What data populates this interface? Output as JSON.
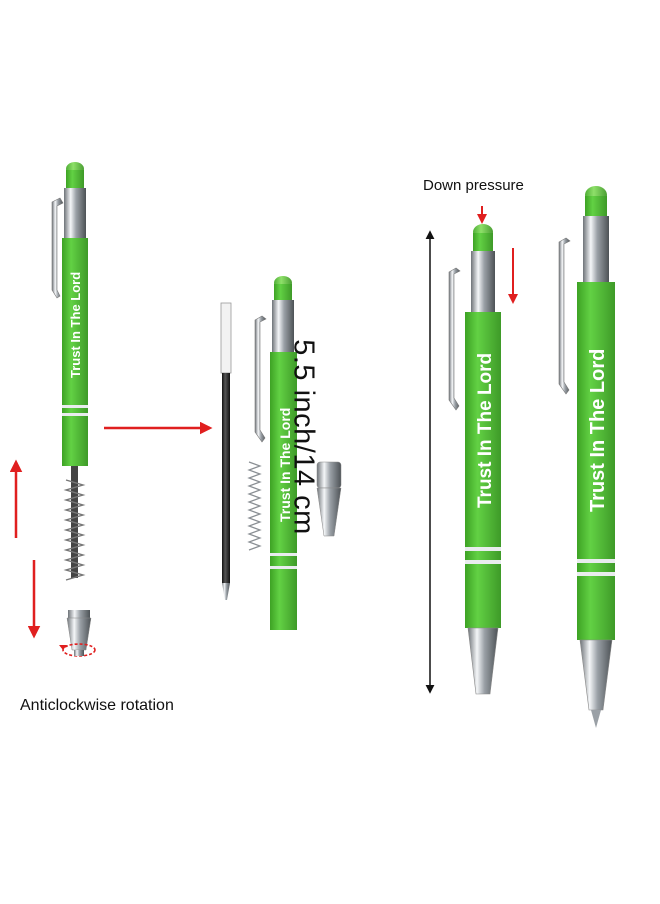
{
  "pen": {
    "imprint": "Trust In The Lord",
    "body_color": "#57c93a",
    "stylus_color": "#74d44c"
  },
  "labels": {
    "down_pressure": "Down pressure",
    "rotation": "Anticlockwise rotation",
    "dimension": "5.5 inch/14 cm"
  },
  "colors": {
    "arrow": "#e01f1f",
    "dimension_line": "#111111",
    "chrome": "#c8ccd0"
  }
}
